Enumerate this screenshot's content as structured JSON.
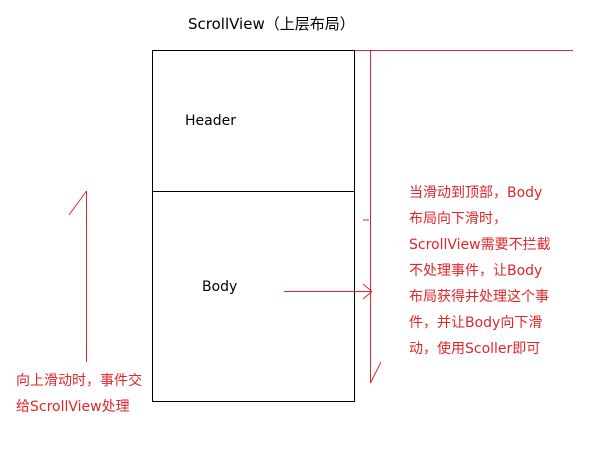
{
  "title": "ScrollView（上层布局）",
  "boxes": {
    "header": "Header",
    "body": "Body"
  },
  "notes": {
    "right": [
      "当滑动到顶部，Body",
      "布局向下滑时，",
      "ScrollView需要不拦截",
      "不处理事件，让Body",
      "布局获得并处理这个事",
      "件，并让Body向下滑",
      "动，使用Scoller即可"
    ],
    "left": [
      "向上滑动时，事件交",
      "给ScrollView处理"
    ]
  },
  "colors": {
    "annotation": "#e0262a",
    "outline": "#000000"
  }
}
